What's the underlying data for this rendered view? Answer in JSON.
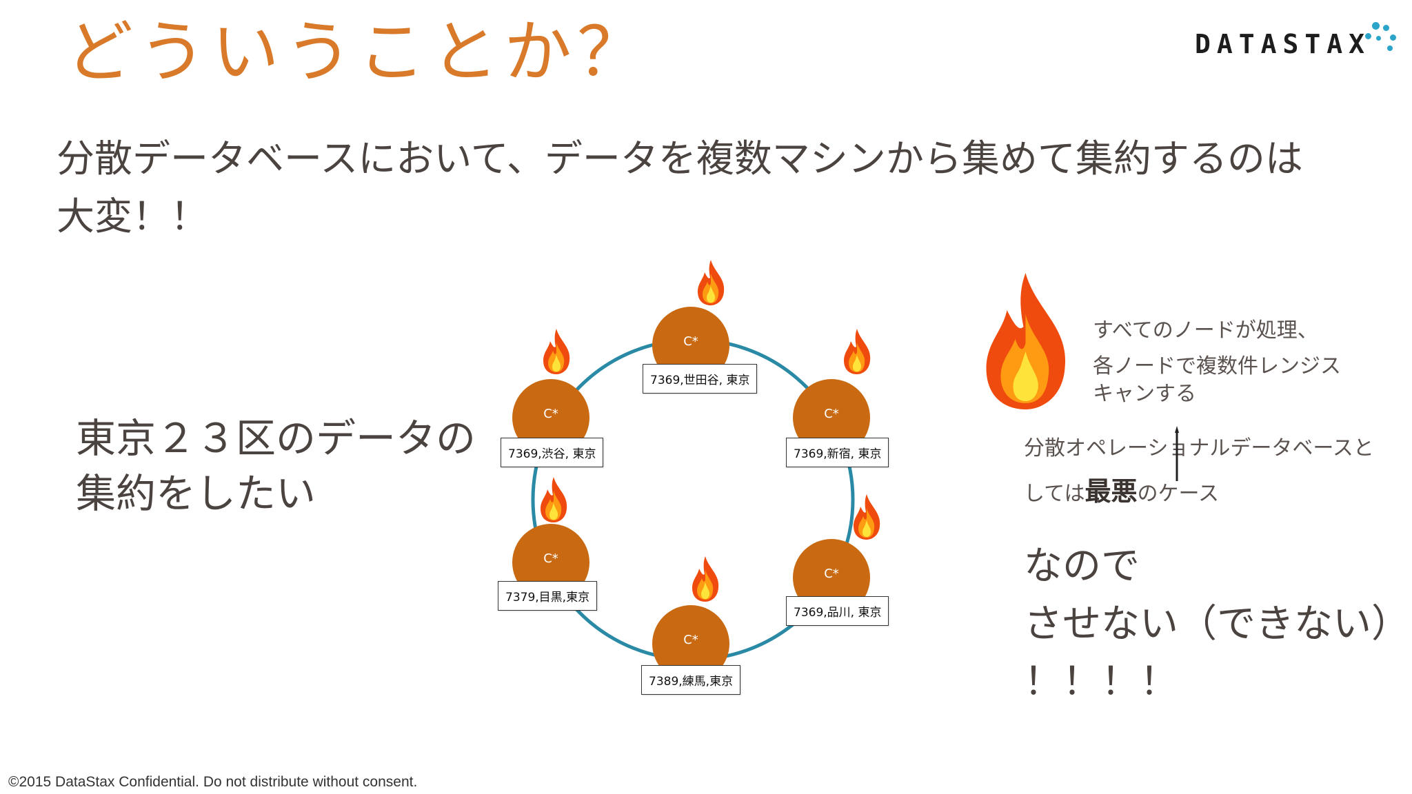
{
  "slide": {
    "title": "どういうことか？",
    "subtitle_line1": "分散データベースにおいて、データを複数マシンから集めて集約するのは",
    "subtitle_line2": "大変！！",
    "left_line1": "東京２３区のデータの",
    "left_line2": "集約をしたい"
  },
  "logo": {
    "text": "DATASTAX",
    "accent_color": "#2aa4c9"
  },
  "nodes": [
    {
      "label": "C*",
      "box": "7369,世田谷, 東京"
    },
    {
      "label": "C*",
      "box": "7369,新宿, 東京"
    },
    {
      "label": "C*",
      "box": "7369,品川, 東京"
    },
    {
      "label": "C*",
      "box": "7389,練馬,東京"
    },
    {
      "label": "C*",
      "box": "7379,目黒,東京"
    },
    {
      "label": "C*",
      "box": "7369,渋谷, 東京"
    }
  ],
  "notes": {
    "fire_line1": "すべてのノードが処理、",
    "fire_line2": "各ノードで複数件レンジス",
    "fire_line3": "キャンする",
    "worst_line1": "分散オペレーショナルデータベースと",
    "worst_prefix": "しては",
    "worst_bold": "最悪",
    "worst_suffix": "のケース",
    "big_line1": "なので",
    "big_line2": "させない（できない）",
    "big_line3": "！！！！"
  },
  "footer": "©2015 DataStax Confidential. Do not distribute without consent.",
  "colors": {
    "title": "#d97a2b",
    "node": "#c96a13",
    "ring": "#2a8aa6",
    "text": "#4a4340"
  }
}
